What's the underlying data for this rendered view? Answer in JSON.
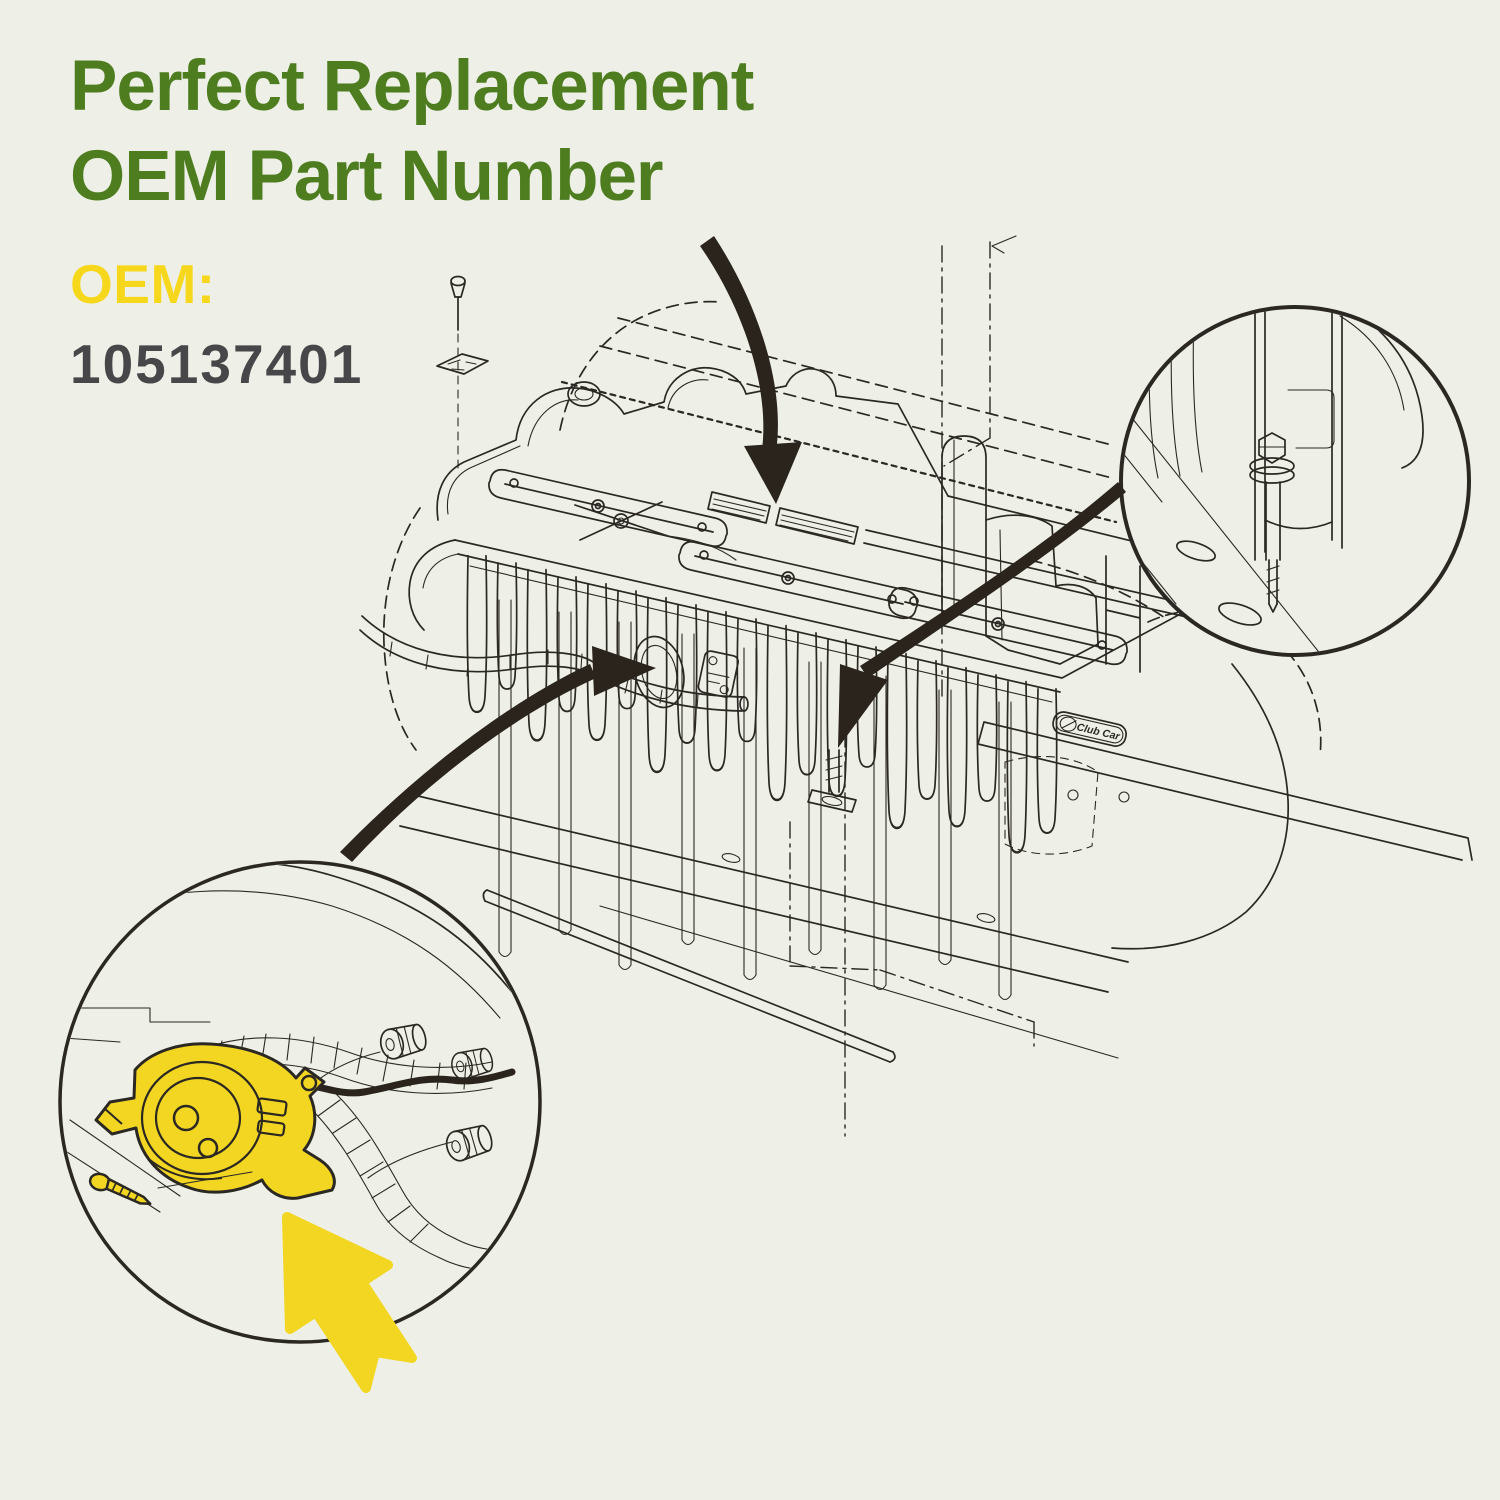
{
  "page": {
    "background_color": "#eef0e7"
  },
  "header": {
    "title_line1": "Perfect Replacement",
    "title_line2": "OEM Part Number",
    "title_color": "#4e7d20",
    "oem_label": "OEM:",
    "oem_label_color": "#f6d71c",
    "part_number": "105137401",
    "part_number_color": "#47474a"
  },
  "illustration": {
    "subject": "Golf cart battery compartment exploded line drawing",
    "vehicle_badge": "Club Car",
    "line_color": "#2b2823",
    "highlight_color": "#f2d622",
    "arrow_color": "#2a241d",
    "callouts": [
      {
        "id": "bolt-detail",
        "position": "top-right",
        "content": "mounting bolt and plate holes detail"
      },
      {
        "id": "receptacle-detail",
        "position": "bottom-left",
        "content": "charger receptacle and screw highlighted in yellow"
      }
    ]
  }
}
